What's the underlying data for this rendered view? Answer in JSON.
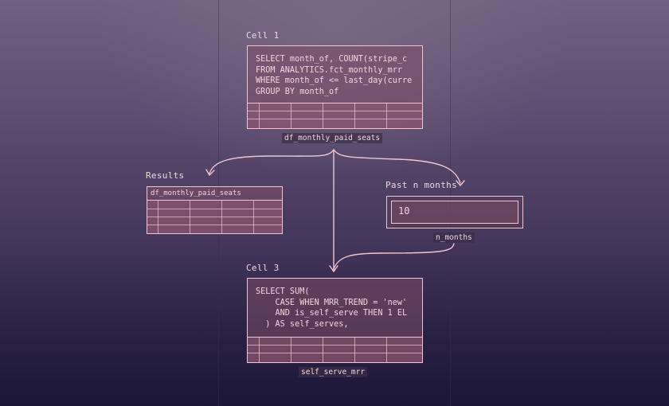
{
  "cells": {
    "cell1": {
      "title": "Cell 1",
      "code": "SELECT month_of, COUNT(stripe_c\nFROM ANALYTICS.fct_monthly_mrr\nWHERE month_of <= last_day(curre\nGROUP BY month_of",
      "output_variable": "df_monthly_paid_seats"
    },
    "results": {
      "title": "Results",
      "table_name": "df_monthly_paid_seats"
    },
    "input": {
      "title": "Past n months",
      "value": "10",
      "variable": "n_months"
    },
    "cell3": {
      "title": "Cell 3",
      "code": "SELECT SUM(\n    CASE WHEN MRR_TREND = 'new'\n    AND is_self_serve THEN 1 EL\n  ) AS self_serves,",
      "output_variable": "self_serve_mrr"
    }
  },
  "colors": {
    "stroke": "#f2c6cf",
    "text": "#f3d7dc",
    "bg_top": "#6f6180",
    "bg_bottom": "#1c1736"
  }
}
